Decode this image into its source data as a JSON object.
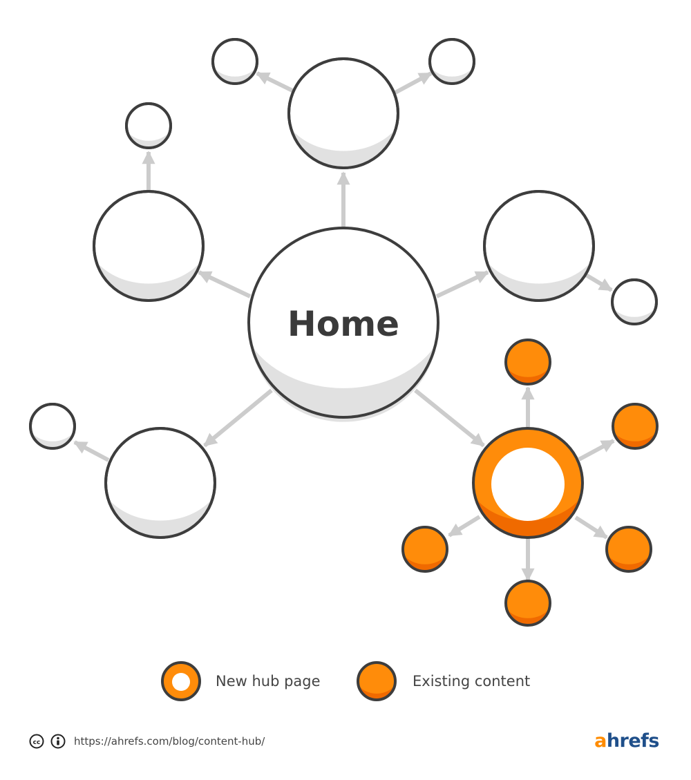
{
  "diagram": {
    "home_label": "Home",
    "colors": {
      "orange": "#ff8c0a",
      "orange_dark": "#f06a00",
      "outline": "#3d3d3d",
      "arrow": "#cccccc",
      "shadow": "#e1e1e1"
    }
  },
  "legend": {
    "hub_label": "New hub page",
    "existing_label": "Existing content"
  },
  "footer": {
    "license_icons": [
      "cc-icon",
      "attribution-icon"
    ],
    "url": "https://ahrefs.com/blog/content-hub/",
    "brand_a": "a",
    "brand_rest": "hrefs"
  }
}
